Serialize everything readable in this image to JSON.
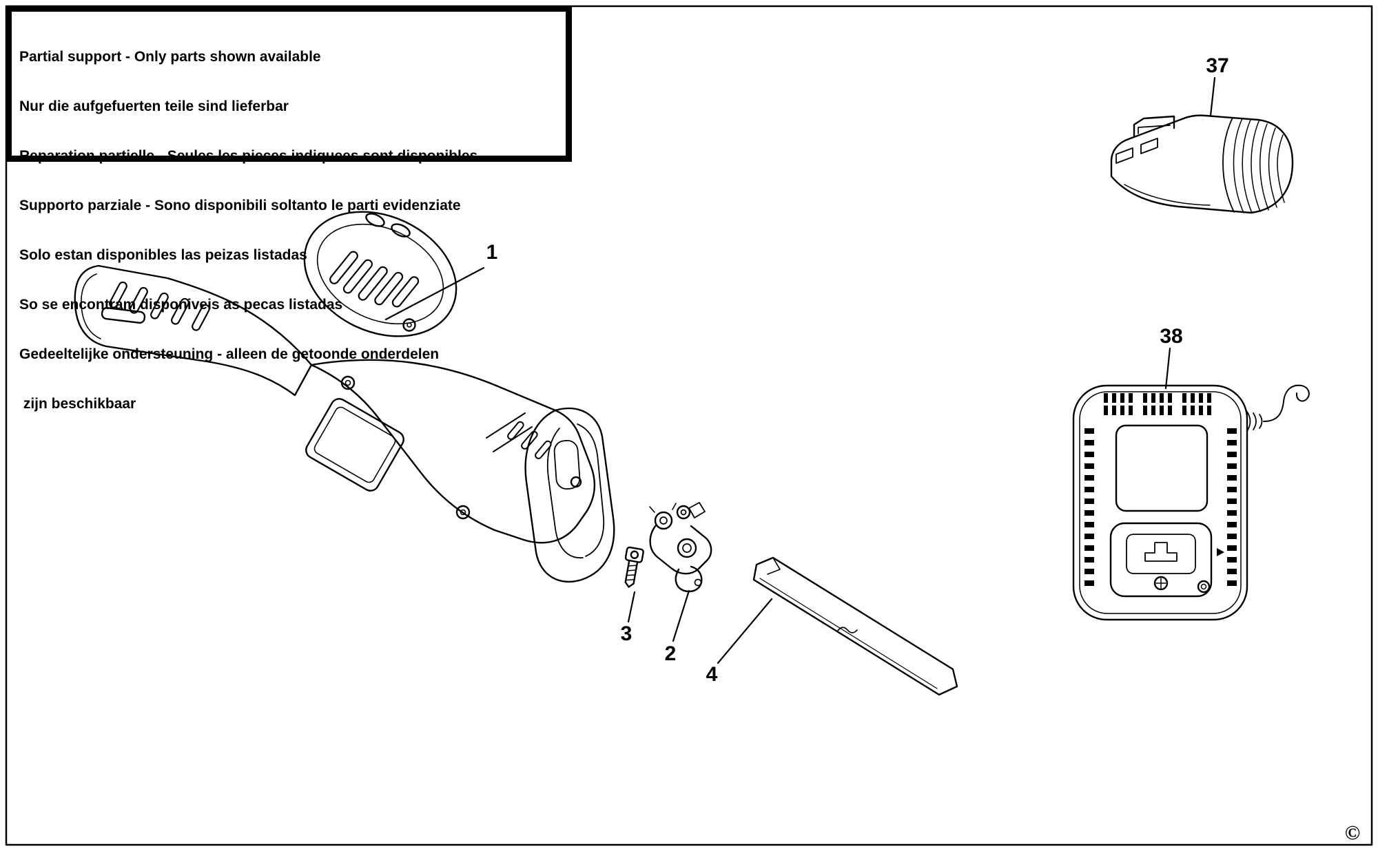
{
  "page": {
    "background_color": "#ffffff",
    "line_color": "#000000",
    "copyright_symbol": "©"
  },
  "notice_box": {
    "lines": [
      "Partial support - Only parts shown available",
      "Nur die aufgefuerten teile sind lieferbar",
      "Reparation partielle - Seules les pieces indiquees sont disponibles",
      "Supporto parziale - Sono disponibili soltanto le parti evidenziate",
      "Solo estan disponibles las peizas listadas",
      "So se encontram disponiveis as pecas listadas",
      "Gedeeltelijke ondersteuning - alleen de getoonde onderdelen",
      " zijn beschikbaar"
    ]
  },
  "parts": [
    {
      "label": "1",
      "drawing": "saw-body-drawing"
    },
    {
      "label": "2",
      "drawing": "blade-clamp-drawing"
    },
    {
      "label": "3",
      "drawing": "screw-drawing"
    },
    {
      "label": "4",
      "drawing": "saw-blade-drawing"
    },
    {
      "label": "37",
      "drawing": "battery-pack-drawing"
    },
    {
      "label": "38",
      "drawing": "charger-drawing"
    }
  ]
}
